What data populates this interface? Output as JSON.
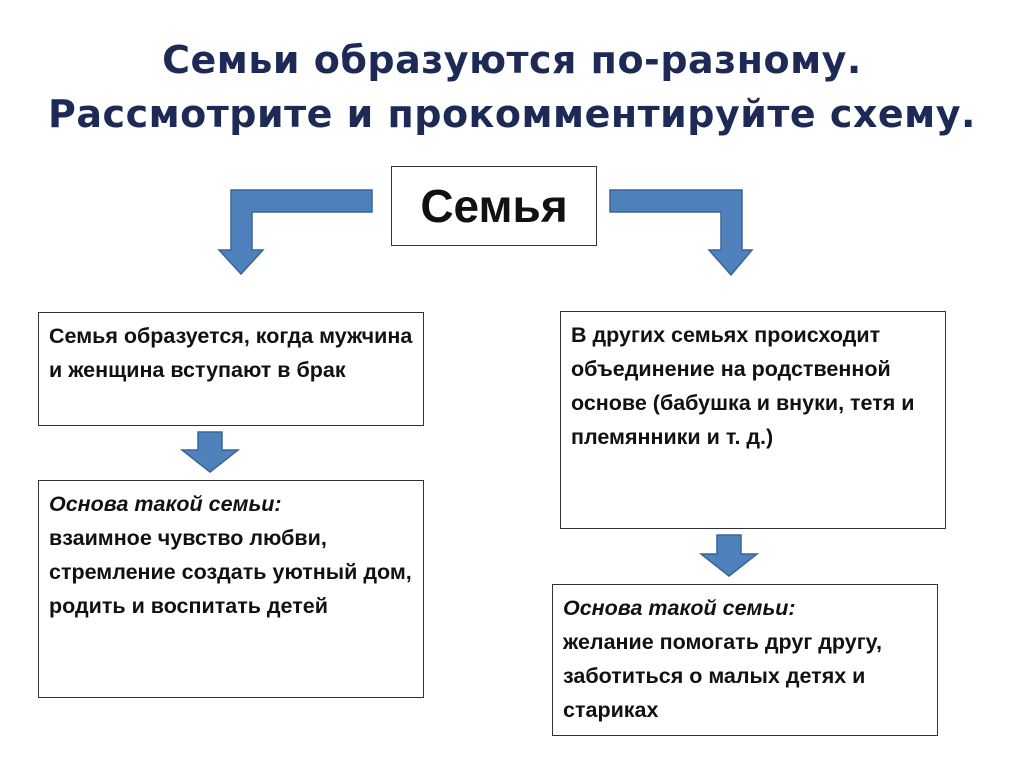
{
  "title": {
    "line1": "Семьи образуются по-разному.",
    "line2": "Рассмотрите и прокомментируйте схему."
  },
  "root": "Семья",
  "left": {
    "condition": "Семья образуется, когда мужчина и женщина вступают в брак",
    "basis_label": "Основа такой семьи:",
    "basis_text": "взаимное чувство любви, стремление создать уютный дом, родить и воспитать детей"
  },
  "right": {
    "condition": "В других семьях происходит объединение на родственной основе (бабушка и внуки, тетя и племянники и т. д.)",
    "basis_label": "Основа такой семьи:",
    "basis_text": "желание помогать друг другу, заботиться о малых детях и стариках"
  },
  "colors": {
    "arrow": "#4f81bd",
    "arrow_stroke": "#3a6596",
    "title": "#1c2a55"
  }
}
